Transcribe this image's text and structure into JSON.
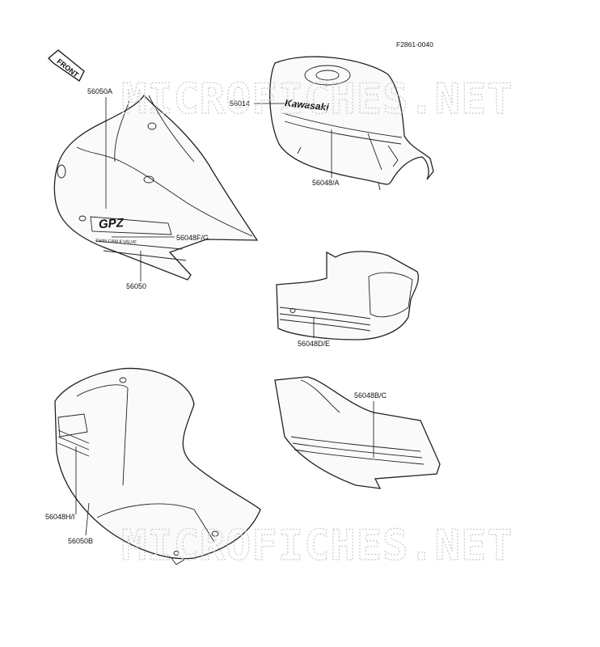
{
  "figure_code": "F2861-0040",
  "front_arrow_label": "FRONT",
  "watermark": "MICROFICHES.NET",
  "decals": {
    "gpz": "GPZ",
    "twincam": "TWIN CAM 8 VALVE",
    "kawasaki": "Kawasaki"
  },
  "parts": [
    {
      "number": "56050A"
    },
    {
      "number": "56014"
    },
    {
      "number": "56048F/G"
    },
    {
      "number": "56050"
    },
    {
      "number": "56048/A"
    },
    {
      "number": "56048D/E"
    },
    {
      "number": "56048B/C"
    },
    {
      "number": "56048H/I"
    },
    {
      "number": "56050B"
    }
  ]
}
